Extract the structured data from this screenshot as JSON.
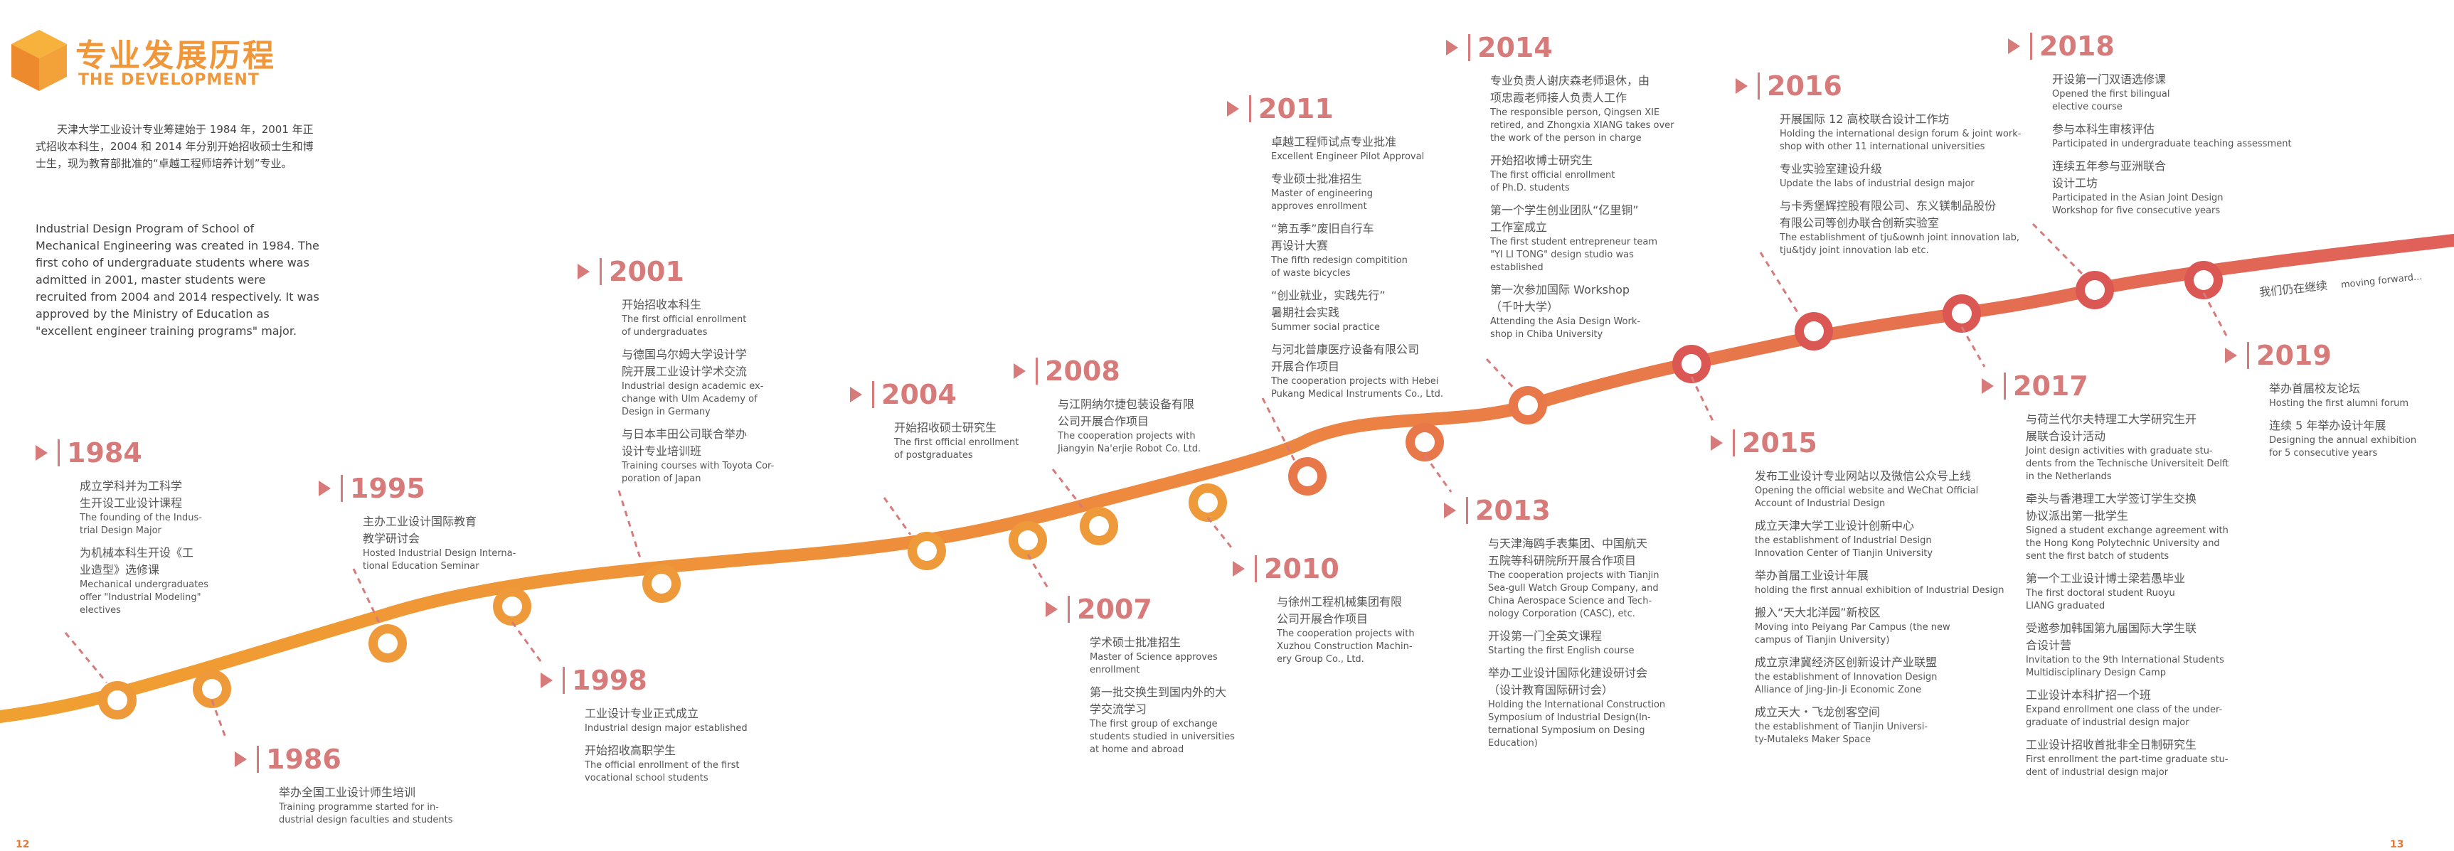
{
  "header": {
    "title_cn": "专业发展历程",
    "title_en": "THE DEVELOPMENT"
  },
  "intro": {
    "cn": "天津大学工业设计专业筹建始于 1984 年，2001 年正式招收本科生，2004 和 2014 年分别开始招收硕士生和博士生，现为教育部批准的“卓越工程师培养计划”专业。",
    "en": "Industrial Design Program of School of Mechanical Engineering was created in 1984. The first coho of undergraduate students where was admitted in 2001, master students were recruited from 2004 and 2014 respectively. It was approved by the Ministry of Education as \"excellent engineer training programs\" major."
  },
  "colors": {
    "accent": "#f0973a",
    "year": "#d77a7a",
    "node": "#d9534f",
    "line_start": "#f0a030",
    "line_end": "#d9534f"
  },
  "events": [
    {
      "year": "1984",
      "items": [
        {
          "cn": "成立学科并为工科学\n生开设工业设计课程",
          "en": "The founding of the Indus-\ntrial Design Major"
        },
        {
          "cn": "为机械本科生开设《工\n业造型》选修课",
          "en": "Mechanical undergraduates\noffer \"Industrial Modeling\"\nelectives"
        }
      ]
    },
    {
      "year": "1986",
      "items": [
        {
          "cn": "举办全国工业设计师生培训",
          "en": "Training programme started for in-\ndustrial design faculties and students"
        }
      ]
    },
    {
      "year": "1995",
      "items": [
        {
          "cn": "主办工业设计国际教育\n教学研讨会",
          "en": "Hosted Industrial Design Interna-\ntional Education Seminar"
        }
      ]
    },
    {
      "year": "1998",
      "items": [
        {
          "cn": "工业设计专业正式成立",
          "en": "Industrial design major established"
        },
        {
          "cn": "开始招收高职学生",
          "en": "The official enrollment of the first\nvocational school students"
        }
      ]
    },
    {
      "year": "2001",
      "items": [
        {
          "cn": "开始招收本科生",
          "en": "The first official enrollment\nof undergraduates"
        },
        {
          "cn": "与德国乌尔姆大学设计学\n院开展工业设计学术交流",
          "en": "Industrial design academic ex-\nchange with Ulm Academy of\nDesign in Germany"
        },
        {
          "cn": "与日本丰田公司联合举办\n设计专业培训班",
          "en": "Training courses with Toyota Cor-\nporation of Japan"
        }
      ]
    },
    {
      "year": "2004",
      "items": [
        {
          "cn": "开始招收硕士研究生",
          "en": "The first official enrollment\nof postgraduates"
        }
      ]
    },
    {
      "year": "2007",
      "items": [
        {
          "cn": "学术硕士批准招生",
          "en": "Master of Science approves\nenrollment"
        },
        {
          "cn": "第一批交换生到国内外的大\n学交流学习",
          "en": "The first group of exchange\nstudents studied in universities\nat home and abroad"
        }
      ]
    },
    {
      "year": "2008",
      "items": [
        {
          "cn": "与江阴纳尔捷包装设备有限\n公司开展合作项目",
          "en": "The cooperation projects with\nJiangyin Na'erjie Robot Co. Ltd."
        }
      ]
    },
    {
      "year": "2010",
      "items": [
        {
          "cn": "与徐州工程机械集团有限\n公司开展合作项目",
          "en": "The cooperation projects with\nXuzhou Construction Machin-\nery Group Co., Ltd."
        }
      ]
    },
    {
      "year": "2011",
      "items": [
        {
          "cn": "卓越工程师试点专业批准",
          "en": "Excellent Engineer Pilot Approval"
        },
        {
          "cn": "专业硕士批准招生",
          "en": "Master of engineering\napproves enrollment"
        },
        {
          "cn": "“第五季”废旧自行车\n再设计大赛",
          "en": "The fifth redesign compitition\nof waste bicycles"
        },
        {
          "cn": "“创业就业，实践先行”\n暑期社会实践",
          "en": "Summer social practice"
        },
        {
          "cn": "与河北普康医疗设备有限公司\n开展合作项目",
          "en": "The cooperation projects with Hebei\nPukang Medical Instruments Co., Ltd."
        }
      ]
    },
    {
      "year": "2013",
      "items": [
        {
          "cn": "与天津海鸥手表集团、中国航天\n五院等科研院所开展合作项目",
          "en": "The cooperation projects with Tianjin\nSea-gull Watch Group Company, and\nChina Aerospace Science and Tech-\nnology Corporation (CASC), etc."
        },
        {
          "cn": "开设第一门全英文课程",
          "en": "Starting the first English course"
        },
        {
          "cn": "举办工业设计国际化建设研讨会\n（设计教育国际研讨会）",
          "en": "Holding the International Construction\nSymposium of Industrial Design(In-\nternational Symposium on Desing\nEducation)"
        }
      ]
    },
    {
      "year": "2014",
      "items": [
        {
          "cn": "专业负责人谢庆森老师退休，由\n项忠霞老师接人负责人工作",
          "en": "The responsible person, Qingsen XIE\nretired, and Zhongxia XIANG takes over\nthe work of the person in charge"
        },
        {
          "cn": "开始招收博士研究生",
          "en": "The first official enrollment\nof Ph.D. students"
        },
        {
          "cn": "第一个学生创业团队“亿里铜”\n工作室成立",
          "en": "The first student entrepreneur team\n\"YI LI TONG\" design studio was\nestablished"
        },
        {
          "cn": "第一次参加国际 Workshop\n（千叶大学）",
          "en": "Attending the Asia Design Work-\nshop in Chiba University"
        }
      ]
    },
    {
      "year": "2015",
      "items": [
        {
          "cn": "发布工业设计专业网站以及微信公众号上线",
          "en": "Opening the official website and WeChat Official\nAccount of Industrial Design"
        },
        {
          "cn": "成立天津大学工业设计创新中心",
          "en": "the establishment of Industrial Design\nInnovation Center of Tianjin University"
        },
        {
          "cn": "举办首届工业设计年展",
          "en": "holding the first annual exhibition of Industrial Design"
        },
        {
          "cn": "搬入“天大北洋园”新校区",
          "en": "Moving into Peiyang Par Campus (the new\ncampus of Tianjin University)"
        },
        {
          "cn": "成立京津冀经济区创新设计产业联盟",
          "en": "the establishment of Innovation Design\nAlliance of Jing-Jin-Ji Economic Zone"
        },
        {
          "cn": "成立天大・飞龙创客空间",
          "en": "the establishment of Tianjin Universi-\nty-Mutaleks Maker Space"
        }
      ]
    },
    {
      "year": "2016",
      "items": [
        {
          "cn": "开展国际 12 高校联合设计工作坊",
          "en": "Holding the international design forum & joint work-\nshop with other 11 international universities"
        },
        {
          "cn": "专业实验室建设升级",
          "en": "Update the labs of industrial design major"
        },
        {
          "cn": "与卡秀堡辉控股有限公司、东义镁制品股份\n有限公司等创办联合创新实验室",
          "en": "The establishment of  tju&ownh joint innovation lab,\ntju&tjdy joint innovation lab etc."
        }
      ]
    },
    {
      "year": "2017",
      "items": [
        {
          "cn": "与荷兰代尔夫特理工大学研究生开\n展联合设计活动",
          "en": "Joint design activities with graduate stu-\ndents from the Technische Universiteit Delft\nin the Netherlands"
        },
        {
          "cn": "牵头与香港理工大学签订学生交换\n协议派出第一批学生",
          "en": "Signed a student exchange agreement with\nthe Hong Kong Polytechnic University and\nsent the first batch of students"
        },
        {
          "cn": "第一个工业设计博士梁若愚毕业",
          "en": "The first doctoral student Ruoyu\nLIANG graduated"
        },
        {
          "cn": "受邀参加韩国第九届国际大学生联\n合设计营",
          "en": "Invitation to the 9th International Students\nMultidisciplinary Design Camp"
        },
        {
          "cn": "工业设计本科扩招一个班",
          "en": "Expand enrollment one class of the under-\ngraduate of industrial design major"
        },
        {
          "cn": "工业设计招收首批非全日制研究生",
          "en": "First enrollment the part-time graduate stu-\ndent of industrial design major"
        }
      ]
    },
    {
      "year": "2018",
      "items": [
        {
          "cn": "开设第一门双语选修课",
          "en": "Opened the first bilingual\nelective course"
        },
        {
          "cn": "参与本科生审核评估",
          "en": "Participated in undergraduate teaching assessment"
        },
        {
          "cn": "连续五年参与亚洲联合\n设计工坊",
          "en": "Participated in the Asian Joint Design\nWorkshop for five consecutive years"
        }
      ]
    },
    {
      "year": "2019",
      "items": [
        {
          "cn": "举办首届校友论坛",
          "en": "Hosting the first alumni forum"
        },
        {
          "cn": "连续 5 年举办设计年展",
          "en": "Designing the annual exhibition\nfor 5 consecutive years"
        }
      ]
    }
  ],
  "continue_text": {
    "cn": "我们仍在继续",
    "en": "moving forward..."
  },
  "page_numbers": {
    "left": "12",
    "right": "13"
  }
}
